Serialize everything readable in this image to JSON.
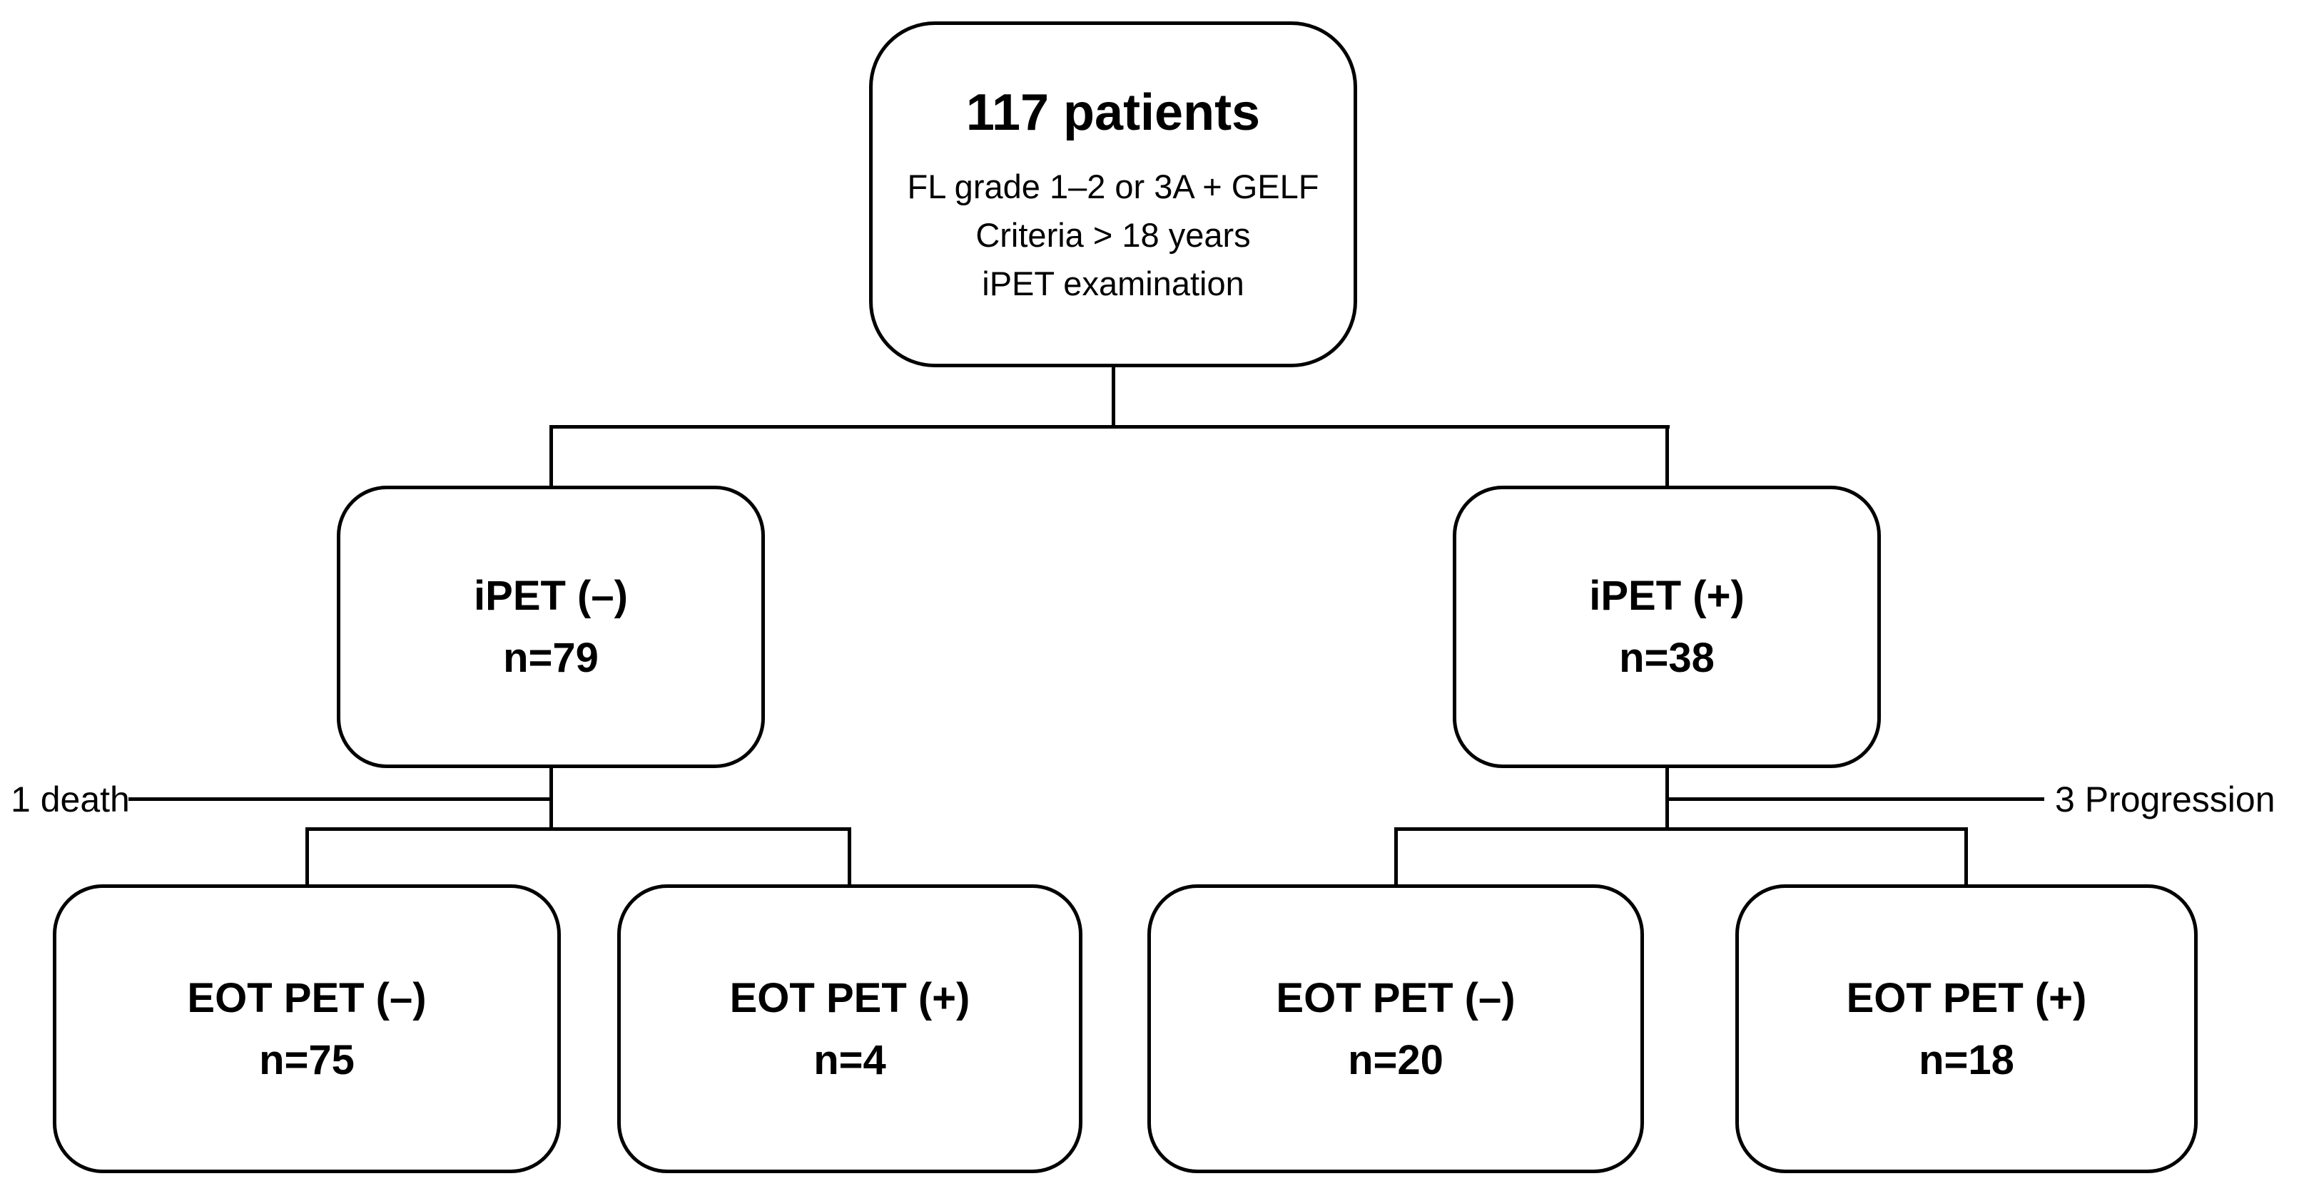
{
  "figure": {
    "background_color": "#ffffff",
    "line_color": "#000000",
    "text_color": "#000000"
  },
  "flowchart": {
    "root": {
      "title": "117 patients",
      "criteria": [
        "FL grade 1–2 or 3A + GELF",
        "Criteria > 18 years",
        "iPET examination"
      ]
    },
    "ipet_negative": {
      "label": "iPET (–)",
      "count": "n=79"
    },
    "ipet_positive": {
      "label": "iPET (+)",
      "count": "n=38"
    },
    "left_annotation": "1 death",
    "right_annotation": "3 Progression",
    "eot": [
      {
        "label": "EOT PET (–)",
        "count": "n=75"
      },
      {
        "label": "EOT PET (+)",
        "count": "n=4"
      },
      {
        "label": "EOT PET (–)",
        "count": "n=20"
      },
      {
        "label": "EOT PET (+)",
        "count": "n=18"
      }
    ]
  }
}
